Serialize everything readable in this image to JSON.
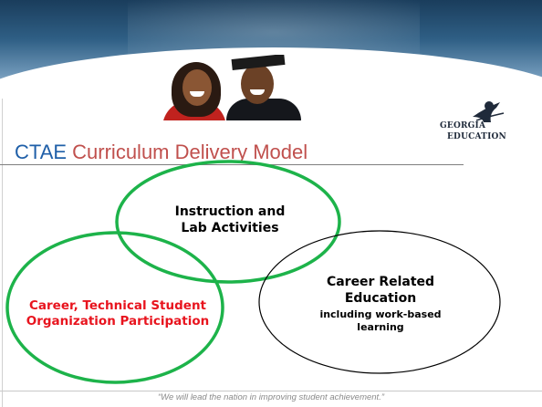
{
  "title": {
    "acronym": "CTAE",
    "rest": " Curriculum Delivery Model"
  },
  "logo": {
    "line1": "GEORGIA",
    "line2": "EDUCATION"
  },
  "venn": {
    "instruction": {
      "label_line1": "Instruction and",
      "label_line2": "Lab Activities",
      "ring_color": "#1db34a"
    },
    "career_related": {
      "label_line1": "Career Related",
      "label_line2": "Education",
      "sub_line1": "including work-based",
      "sub_line2": "learning",
      "ring_color": "#000000"
    },
    "ctso": {
      "label_line1": "Career, Technical Student",
      "label_line2": "Organization Participation",
      "ring_color": "#1db34a",
      "text_color": "#e8141e"
    }
  },
  "motto": "“We will lead the nation in improving student achievement.”",
  "colors": {
    "title_acronym": "#1f5fa8",
    "title_rest": "#c0504d",
    "banner": "#2f5f85"
  }
}
